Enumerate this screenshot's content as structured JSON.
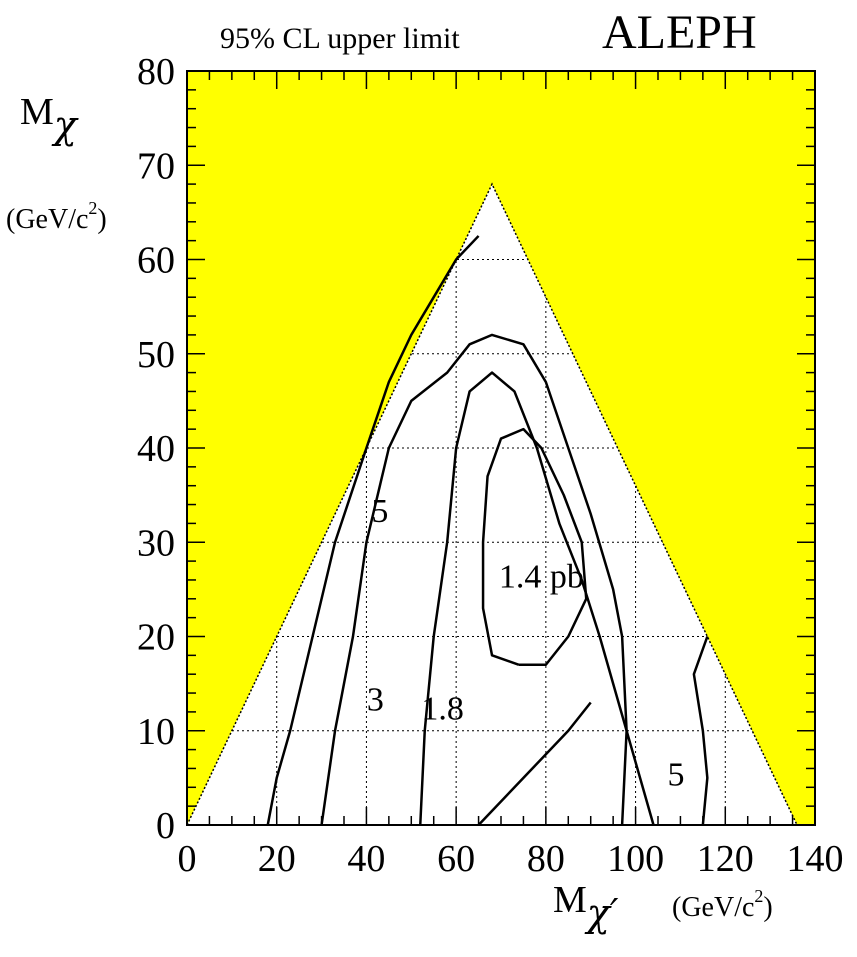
{
  "header": {
    "subtitle": "95% CL upper limit",
    "experiment": "ALEPH"
  },
  "colors": {
    "excluded_fill": "#ffff00",
    "grid": "#000000",
    "contour": "#000000"
  },
  "axes": {
    "y": {
      "symbol": "M",
      "subscript": "χ",
      "unit_open": "(GeV/c",
      "unit_exp": "2",
      "unit_close": ")"
    },
    "x": {
      "symbol": "M",
      "subscript": "χ′",
      "unit_open": "(GeV/c",
      "unit_exp": "2",
      "unit_close": ")"
    }
  },
  "chart_data": {
    "type": "line",
    "title": "95% CL upper limit",
    "xlim": [
      0,
      140
    ],
    "ylim": [
      0,
      80
    ],
    "x_ticks": [
      "0",
      "20",
      "40",
      "60",
      "80",
      "100",
      "120",
      "140"
    ],
    "y_ticks": [
      "0",
      "10",
      "20",
      "30",
      "40",
      "50",
      "60",
      "70",
      "80"
    ],
    "grid": true,
    "kinematic_boundary": [
      [
        0,
        0
      ],
      [
        68,
        68
      ],
      [
        136,
        0
      ]
    ],
    "excluded_region_color": "#ffff00",
    "contours": [
      {
        "label": "5",
        "points": [
          [
            18,
            0
          ],
          [
            20,
            5
          ],
          [
            23,
            10
          ],
          [
            28,
            20
          ],
          [
            33,
            30
          ],
          [
            40,
            40
          ],
          [
            45,
            47
          ],
          [
            50,
            52
          ],
          [
            55,
            56
          ],
          [
            60,
            60
          ],
          [
            65,
            62.5
          ]
        ]
      },
      {
        "label": "5",
        "points": [
          [
            115,
            0
          ],
          [
            116,
            5
          ],
          [
            115,
            10
          ],
          [
            113,
            16
          ],
          [
            116,
            20
          ]
        ]
      },
      {
        "label": "3",
        "points": [
          [
            30,
            0
          ],
          [
            33,
            10
          ],
          [
            37,
            20
          ],
          [
            40,
            30
          ],
          [
            45,
            40
          ],
          [
            50,
            45
          ],
          [
            58,
            48
          ],
          [
            63,
            51
          ],
          [
            68,
            52
          ],
          [
            75,
            51
          ],
          [
            80,
            47
          ],
          [
            85,
            40
          ],
          [
            90,
            33
          ],
          [
            95,
            25
          ],
          [
            97,
            20
          ],
          [
            98,
            10
          ],
          [
            97,
            0
          ]
        ]
      },
      {
        "label": "1.8",
        "points": [
          [
            52,
            0
          ],
          [
            53,
            10
          ],
          [
            55,
            20
          ],
          [
            58,
            30
          ],
          [
            60,
            40
          ],
          [
            63,
            46
          ],
          [
            68,
            48
          ],
          [
            73,
            46
          ],
          [
            78,
            40
          ],
          [
            83,
            32
          ],
          [
            88,
            26
          ],
          [
            92,
            20
          ],
          [
            95,
            15
          ],
          [
            98,
            10
          ],
          [
            104,
            0
          ]
        ]
      },
      {
        "label": "1.8",
        "points": [
          [
            65,
            0
          ],
          [
            75,
            5
          ],
          [
            85,
            10
          ],
          [
            90,
            13
          ]
        ]
      },
      {
        "label": "1.4 pb",
        "points": [
          [
            74,
            17
          ],
          [
            80,
            17
          ],
          [
            85,
            20
          ],
          [
            89,
            24
          ],
          [
            88,
            30
          ],
          [
            84,
            35
          ],
          [
            79,
            40
          ],
          [
            75,
            42
          ],
          [
            70,
            41
          ],
          [
            67,
            37
          ],
          [
            66,
            30
          ],
          [
            66,
            23
          ],
          [
            68,
            18
          ],
          [
            74,
            17
          ]
        ]
      }
    ],
    "contour_labels": [
      {
        "text": "5",
        "x": 43,
        "y": 33
      },
      {
        "text": "3",
        "x": 42,
        "y": 13
      },
      {
        "text": "1.8",
        "x": 57,
        "y": 12
      },
      {
        "text": "1.4 pb",
        "x": 79,
        "y": 26
      },
      {
        "text": "5",
        "x": 109,
        "y": 5
      }
    ]
  }
}
